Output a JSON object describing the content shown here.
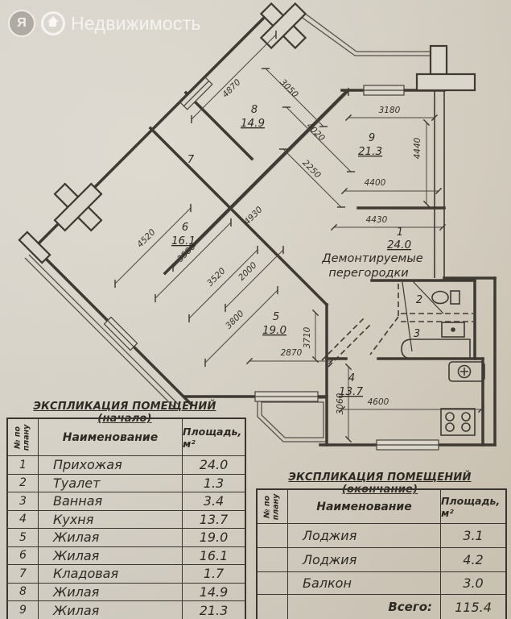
{
  "watermark": {
    "badge_letter": "Я",
    "brand": "Недвижимость"
  },
  "plan": {
    "annotation": {
      "line1": "Демонтируемые",
      "line2": "перегородки"
    },
    "rooms": {
      "r1": {
        "num": "1",
        "area": "24.0"
      },
      "r2": {
        "num": "2"
      },
      "r3": {
        "num": "3"
      },
      "r4": {
        "num": "4",
        "area": "13.7"
      },
      "r5": {
        "num": "5",
        "area": "19.0"
      },
      "r6": {
        "num": "6",
        "area": "16.1"
      },
      "r7": {
        "num": "7"
      },
      "r8": {
        "num": "8",
        "area": "14.9"
      },
      "r9": {
        "num": "9",
        "area": "21.3"
      }
    },
    "dims": {
      "d4870": "4870",
      "d3050": "3050",
      "d4020": "4020",
      "d2250": "2250",
      "d3180": "3180",
      "d4440": "4440",
      "d4400": "4400",
      "d4430": "4430",
      "d4930": "4930",
      "d4520": "4520",
      "d3580": "3580",
      "d3520": "3520",
      "d2000": "2000",
      "d3800": "3800",
      "d2870": "2870",
      "d3710": "3710",
      "d3060": "3060",
      "d4600": "4600"
    }
  },
  "table_start": {
    "title": "ЭКСПЛИКАЦИЯ ПОМЕЩЕНИЙ (начало)",
    "col_no_line1": "№ по",
    "col_no_line2": "плану",
    "col_name": "Наименование",
    "col_area": "Площадь, м²",
    "rows": [
      [
        "1",
        "Прихожая",
        "24.0"
      ],
      [
        "2",
        "Туалет",
        "1.3"
      ],
      [
        "3",
        "Ванная",
        "3.4"
      ],
      [
        "4",
        "Кухня",
        "13.7"
      ],
      [
        "5",
        "Жилая",
        "19.0"
      ],
      [
        "6",
        "Жилая",
        "16.1"
      ],
      [
        "7",
        "Кладовая",
        "1.7"
      ],
      [
        "8",
        "Жилая",
        "14.9"
      ],
      [
        "9",
        "Жилая",
        "21.3"
      ]
    ]
  },
  "table_end": {
    "title": "ЭКСПЛИКАЦИЯ ПОМЕЩЕНИЙ (окончание)",
    "col_no_line1": "№ по",
    "col_no_line2": "плану",
    "col_name": "Наименование",
    "col_area": "Площадь, м²",
    "rows": [
      [
        "",
        "Лоджия",
        "3.1"
      ],
      [
        "",
        "Лоджия",
        "4.2"
      ],
      [
        "",
        "Балкон",
        "3.0"
      ]
    ],
    "total_label": "Всего:",
    "total_value": "115.4"
  }
}
